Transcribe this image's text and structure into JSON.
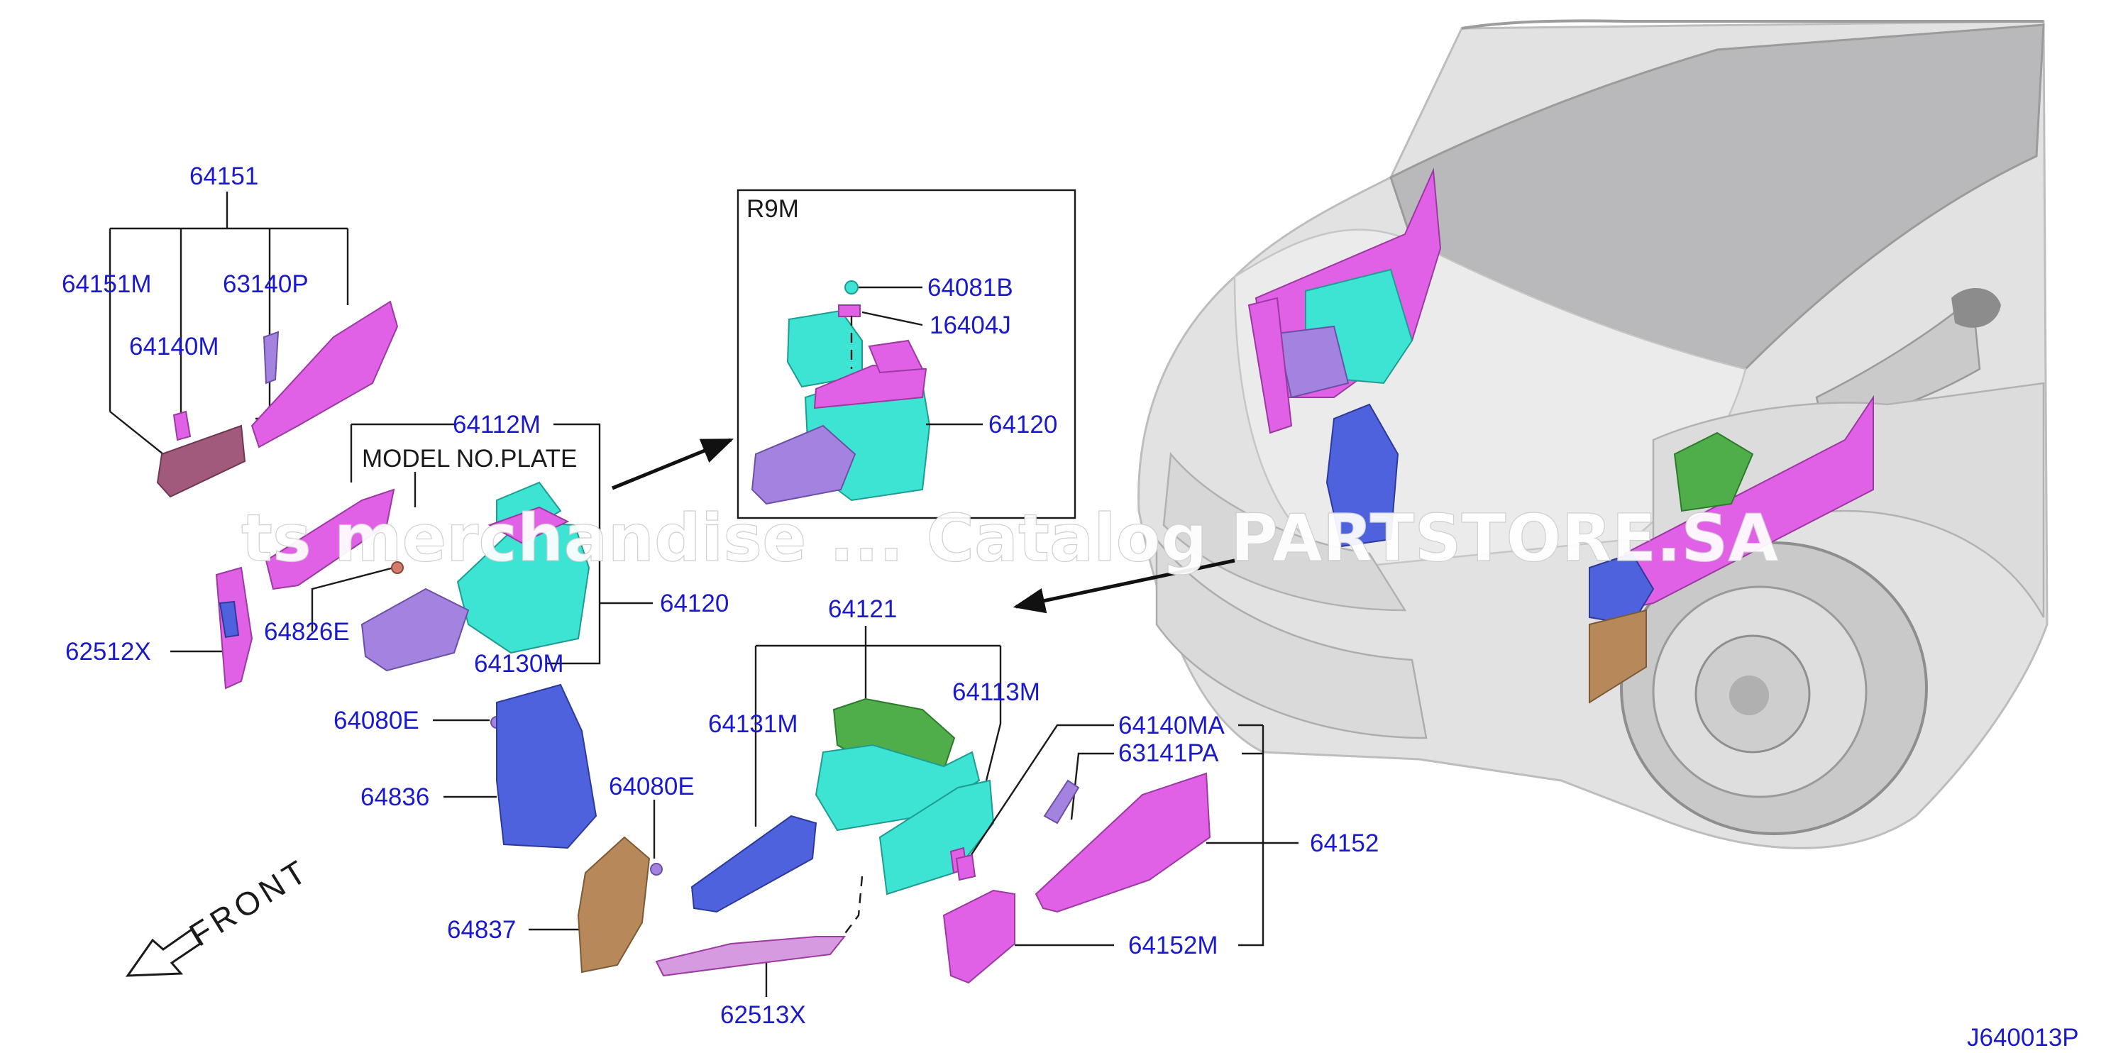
{
  "colors": {
    "label": "#1a1acc",
    "magenta": "#e060e6",
    "cyan": "#3de3d3",
    "lavender": "#a483e0",
    "blue": "#4f62dd",
    "green": "#4fae4a",
    "bronze": "#b7885a",
    "mauve": "#a15a7c",
    "car_body": "#d4d4d4"
  },
  "group_labels": {
    "top_left": "64151",
    "right": "64152",
    "bottom": "64121"
  },
  "part_labels": {
    "p64151M": "64151M",
    "p63140P": "63140P",
    "p64140M": "64140M",
    "p64112M": "64112M",
    "p64120_main": "64120",
    "p64826E": "64826E",
    "p64130M": "64130M",
    "p62512X": "62512X",
    "p64080E_a": "64080E",
    "p64836": "64836",
    "p64080E_b": "64080E",
    "p64837": "64837",
    "p64131M": "64131M",
    "p64113M": "64113M",
    "p62513X": "62513X",
    "p64140MA": "64140MA",
    "p63141PA": "63141PA",
    "p64152M": "64152M"
  },
  "note_label": "MODEL NO.PLATE",
  "inset": {
    "title": "R9M",
    "labels": {
      "p64081B": "64081B",
      "p16404J": "16404J",
      "p64120": "64120"
    }
  },
  "direction_label": "FRONT",
  "diagram_code": "J640013P",
  "watermark": "ts merchandise ... Catalog PARTSTORE.SA",
  "icons": {
    "direction": "front-arrow-icon",
    "pointer": "pointer-arrow-icon"
  }
}
